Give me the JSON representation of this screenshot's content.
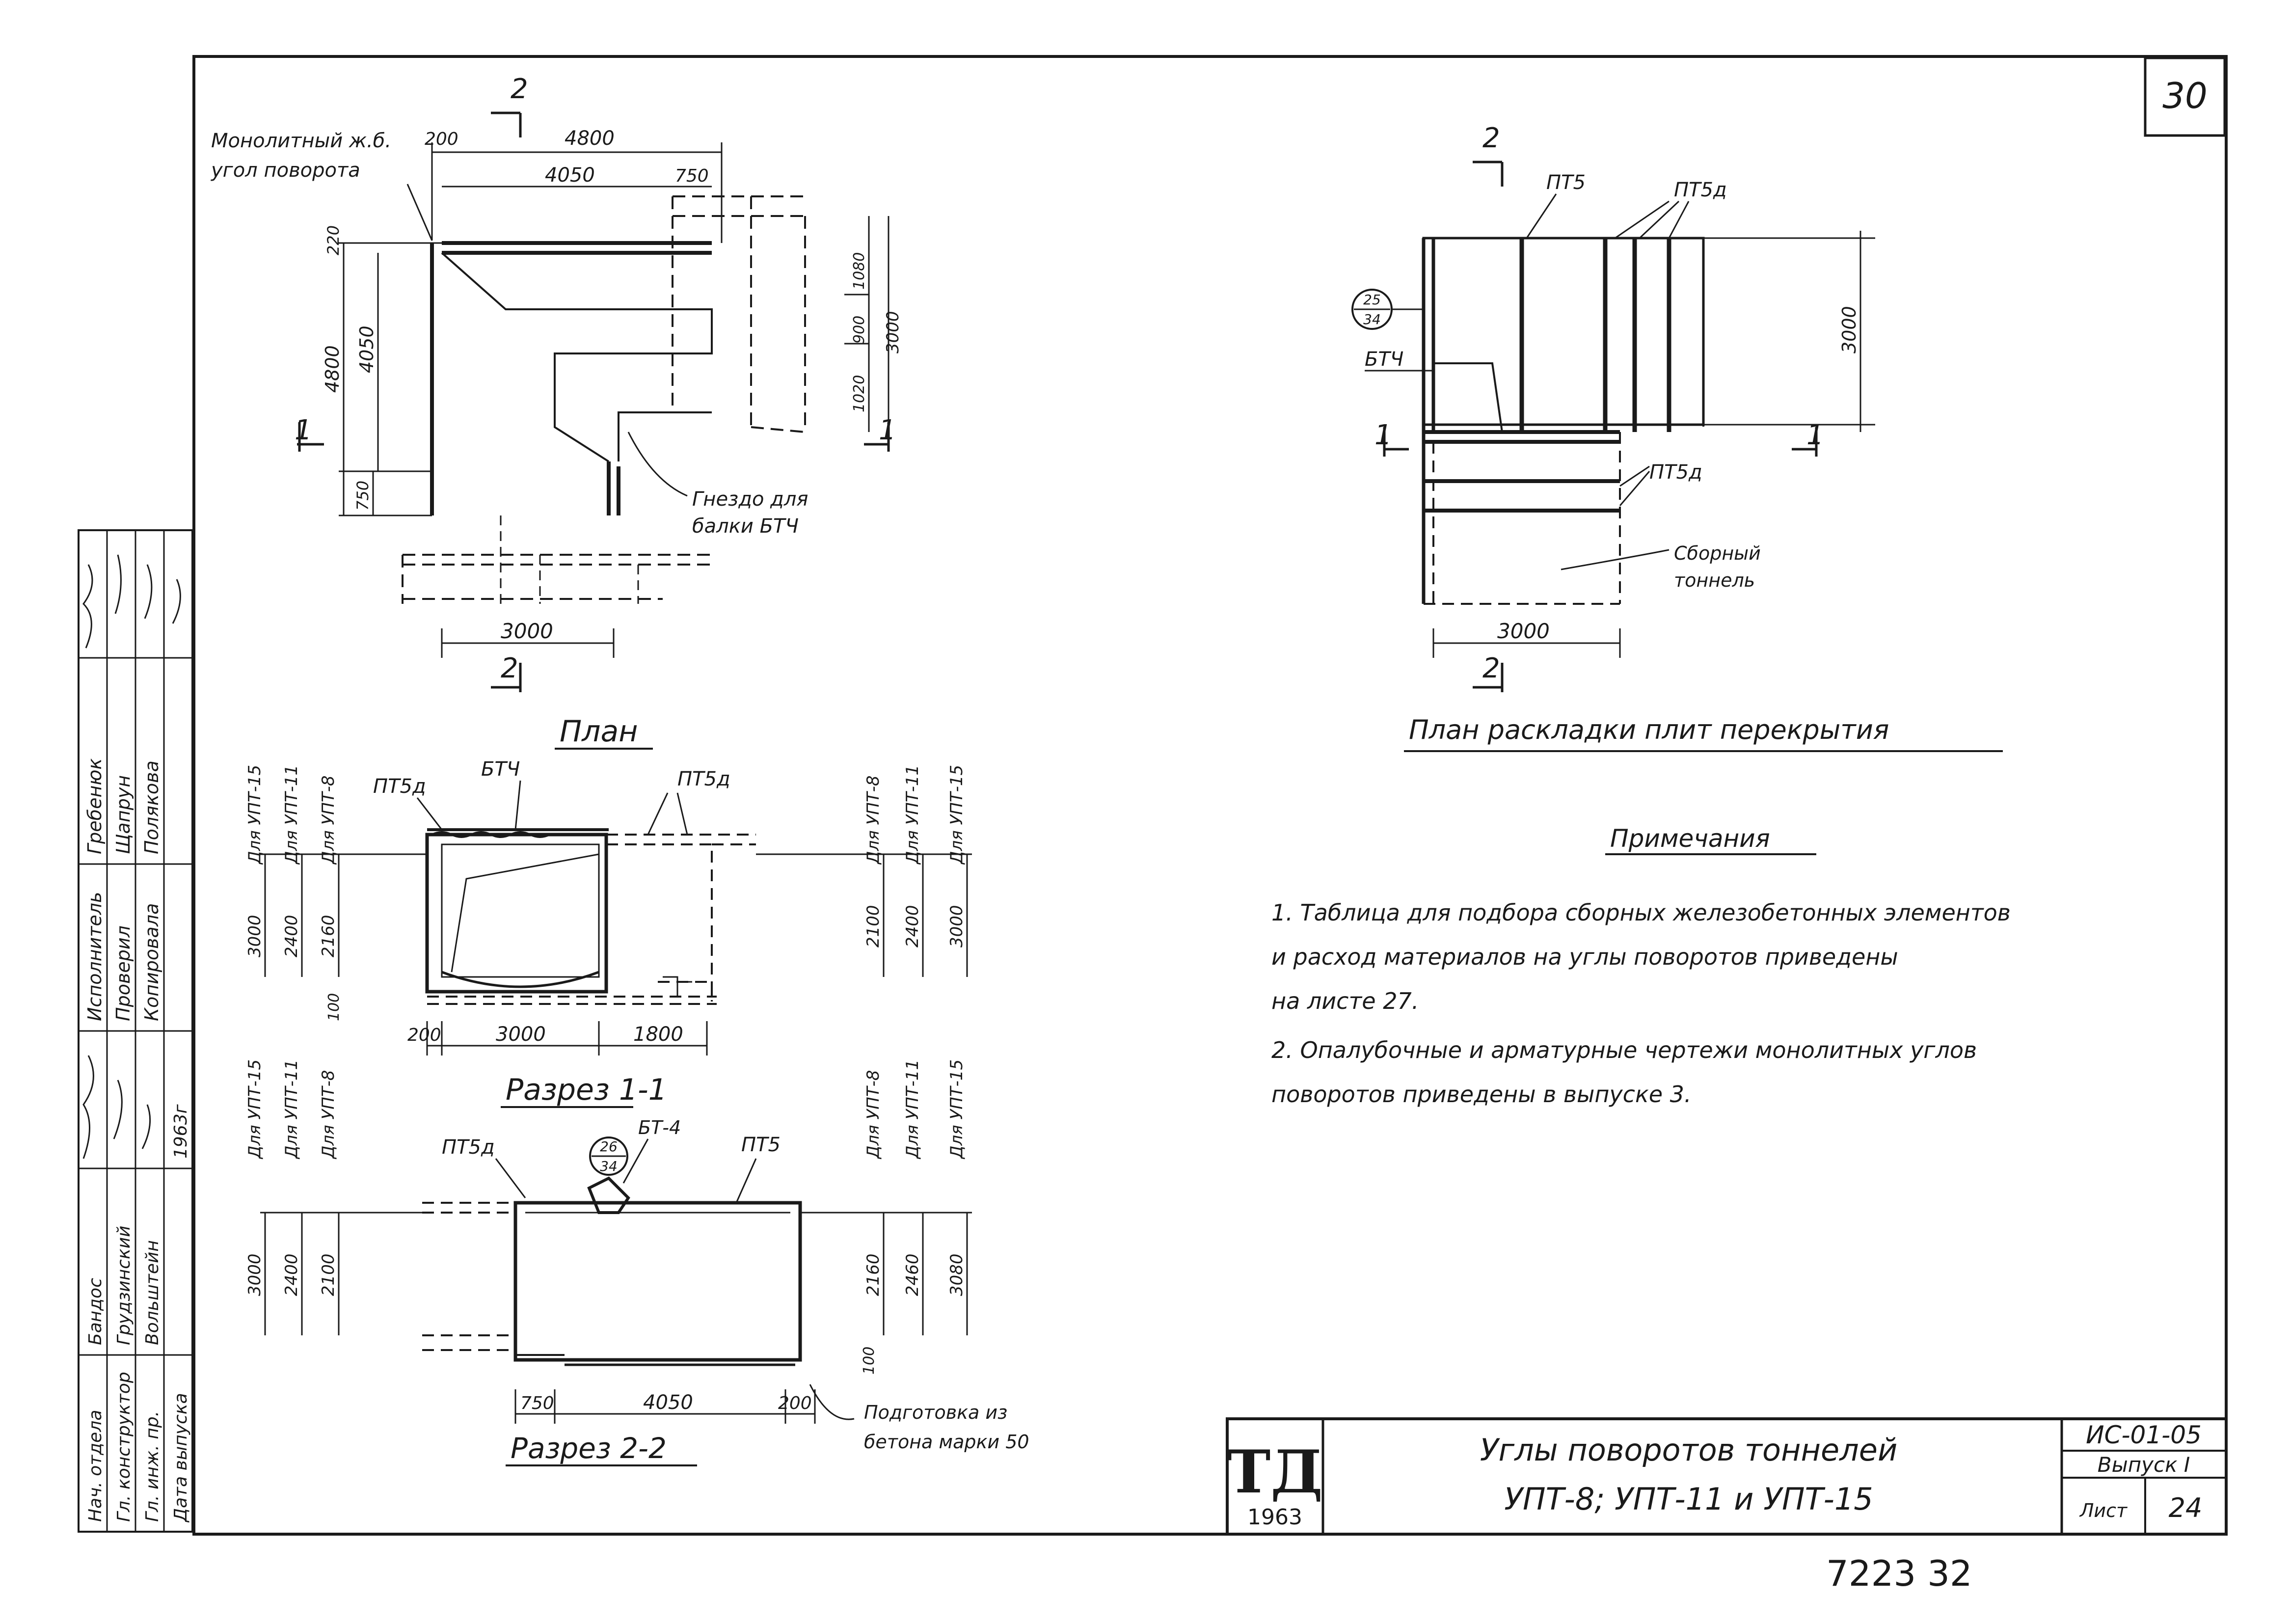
{
  "sheet_number": "30",
  "stamp": {
    "logo": "ТД",
    "year": "1963"
  },
  "title": {
    "line1": "Углы поворотов тоннелей",
    "line2": "УПТ-8; УПТ-11 и УПТ-15"
  },
  "code_block": {
    "code": "ИС-01-05",
    "issue": "Выпуск I",
    "sheet_label": "Лист",
    "sheet_value": "24"
  },
  "bottom_number": "7223  32",
  "side_stamp": {
    "col1": [
      "Исполнитель",
      "Проверил",
      "Копировала"
    ],
    "col2": [
      "Гребенюк",
      "Щапрун",
      "Полякова"
    ],
    "col3": [
      "Нач. отдела",
      "Гл. конструктор",
      "Гл. инж. пр.",
      "Дата выпуска"
    ],
    "col4": [
      "Бандос",
      "Грудзинский",
      "Вольштейн",
      "1963г"
    ]
  },
  "plan_top": {
    "labels": {
      "monolith_line1": "Монолитный ж.б.",
      "monolith_line2": "угол поворота",
      "socket_line1": "Гнездо для",
      "socket_line2": "балки БТЧ",
      "section_mark": "2",
      "cut_mark": "1"
    },
    "dims": [
      "200",
      "4800",
      "4050",
      "750",
      "220",
      "4800",
      "4050",
      "750",
      "1080",
      "900",
      "1020",
      "3000",
      "3000"
    ]
  },
  "plan_title": "План",
  "plan_middle": {
    "labels": {
      "pt5d_left": "ПТ5д",
      "btch": "БТЧ",
      "pt5d_right": "ПТ5д"
    },
    "left_column_labels": [
      "Для УПТ-15",
      "Для УПТ-11",
      "Для УПТ-8"
    ],
    "right_column_labels": [
      "Для УПТ-8",
      "Для УПТ-11",
      "Для УПТ-15"
    ],
    "left_dims": [
      "3000",
      "2400",
      "2160"
    ],
    "right_dims": [
      "2100",
      "2400",
      "3000"
    ],
    "bottom_dims": [
      "200",
      "3000",
      "1800"
    ],
    "small_dim": "100"
  },
  "section1_title": "Разрез 1-1",
  "section1": {
    "labels": {
      "pt5d": "ПТ5д",
      "callout_top": "26",
      "callout_bottom": "34",
      "bt4": "БТ-4",
      "pt5": "ПТ5"
    },
    "left_column_labels": [
      "Для УПТ-15",
      "Для УПТ-11",
      "Для УПТ-8"
    ],
    "right_column_labels": [
      "Для УПТ-8",
      "Для УПТ-11",
      "Для УПТ-15"
    ],
    "left_dims": [
      "3000",
      "2400",
      "2100"
    ],
    "right_dims": [
      "2160",
      "2460",
      "3080"
    ],
    "bottom_dims": [
      "750",
      "4050",
      "200"
    ],
    "small_dim": "100",
    "prep_line1": "Подготовка из",
    "prep_line2": "бетона марки 50"
  },
  "section2_title": "Разрез 2-2",
  "plan_right": {
    "labels": {
      "pt5": "ПТ5",
      "pt5d_top": "ПТ5д",
      "callout_top": "25",
      "callout_bottom": "34",
      "btch": "БТЧ",
      "pt5d_bottom": "ПТ5д",
      "precast_line1": "Сборный",
      "precast_line2": "тоннель",
      "section_mark": "2",
      "cut_mark": "1"
    },
    "dims": [
      "3000",
      "3000"
    ]
  },
  "slab_layout_title": "План раскладки плит перекрытия",
  "notes": {
    "title": "Примечания",
    "items": [
      "1. Таблица для подбора сборных железобетонных элементов",
      "и расход материалов на углы поворотов приведены",
      "на листе 27.",
      "2. Опалубочные и арматурные чертежи монолитных углов",
      "поворотов приведены в выпуске 3."
    ]
  }
}
